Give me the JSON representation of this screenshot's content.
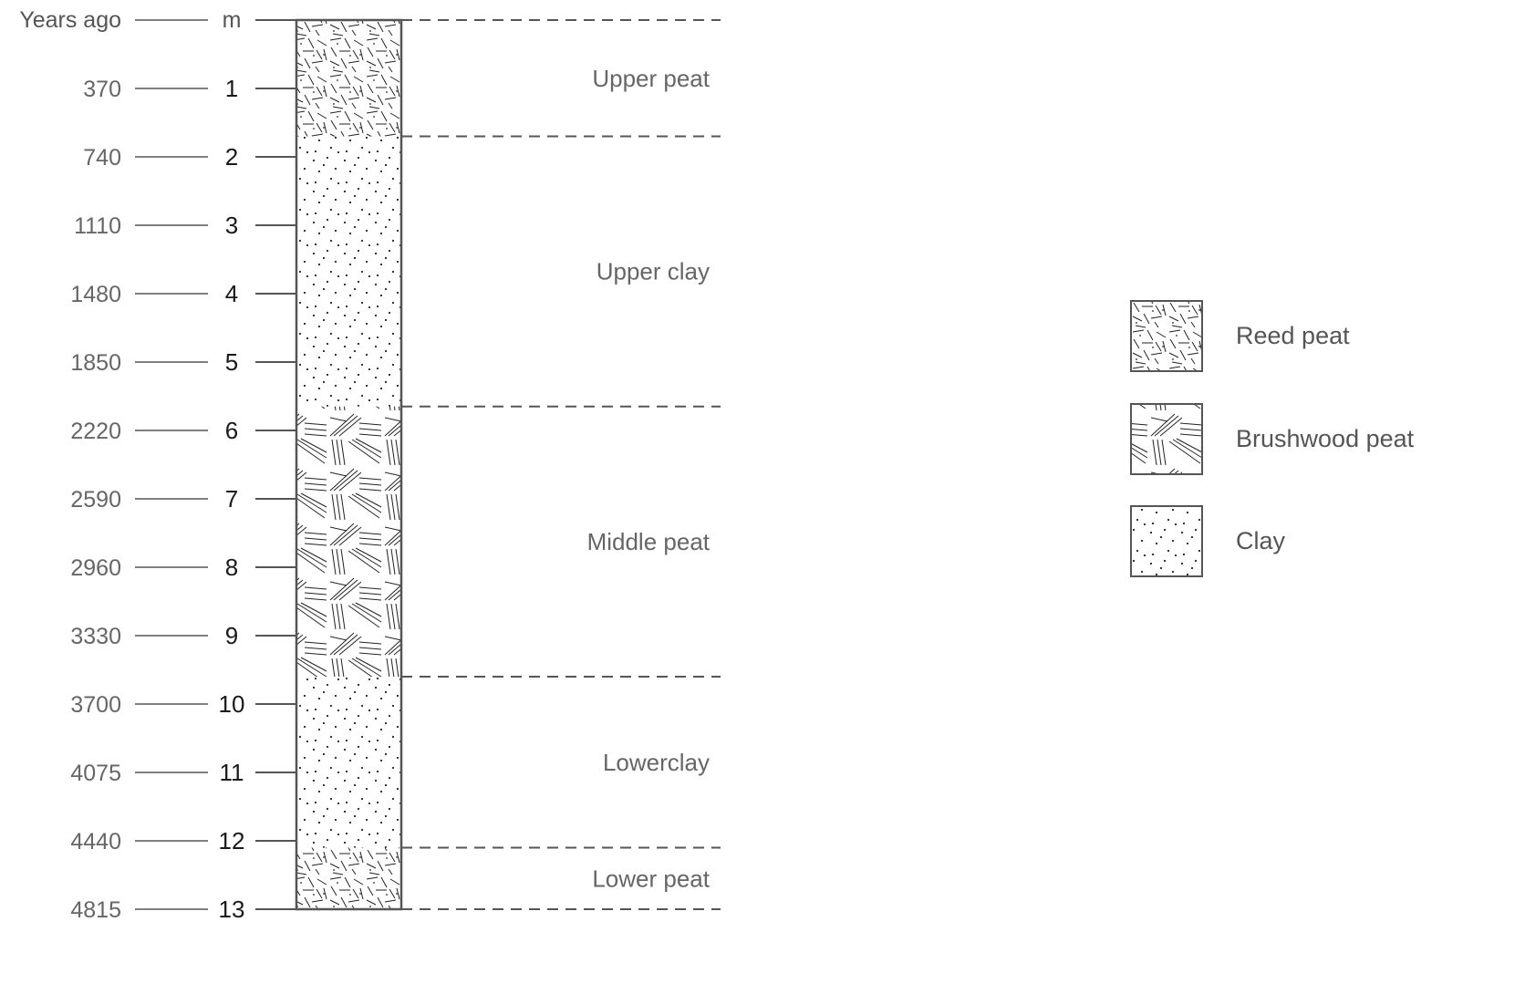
{
  "header": {
    "years_label": "Years ago",
    "depth_unit": "m"
  },
  "scale": [
    {
      "depth": "1",
      "years": "370"
    },
    {
      "depth": "2",
      "years": "740"
    },
    {
      "depth": "3",
      "years": "1110"
    },
    {
      "depth": "4",
      "years": "1480"
    },
    {
      "depth": "5",
      "years": "1850"
    },
    {
      "depth": "6",
      "years": "2220"
    },
    {
      "depth": "7",
      "years": "2590"
    },
    {
      "depth": "8",
      "years": "2960"
    },
    {
      "depth": "9",
      "years": "3330"
    },
    {
      "depth": "10",
      "years": "3700"
    },
    {
      "depth": "11",
      "years": "4075"
    },
    {
      "depth": "12",
      "years": "4440"
    },
    {
      "depth": "13",
      "years": "4815"
    }
  ],
  "layers": [
    {
      "name": "Upper peat",
      "from_m": 0,
      "to_m": 1.7,
      "material": "reed"
    },
    {
      "name": "Upper clay",
      "from_m": 1.7,
      "to_m": 5.65,
      "material": "clay"
    },
    {
      "name": "Middle peat",
      "from_m": 5.65,
      "to_m": 9.6,
      "material": "brush"
    },
    {
      "name": "Lowerclay",
      "from_m": 9.6,
      "to_m": 12.1,
      "material": "clay"
    },
    {
      "name": "Lower peat",
      "from_m": 12.1,
      "to_m": 13,
      "material": "reed"
    }
  ],
  "legend": [
    {
      "key": "reed",
      "label": "Reed peat"
    },
    {
      "key": "brush",
      "label": "Brushwood peat"
    },
    {
      "key": "clay",
      "label": "Clay"
    }
  ],
  "colors": {
    "line": "#555555",
    "text": "#666666",
    "depth_text": "#1a1a1a"
  }
}
